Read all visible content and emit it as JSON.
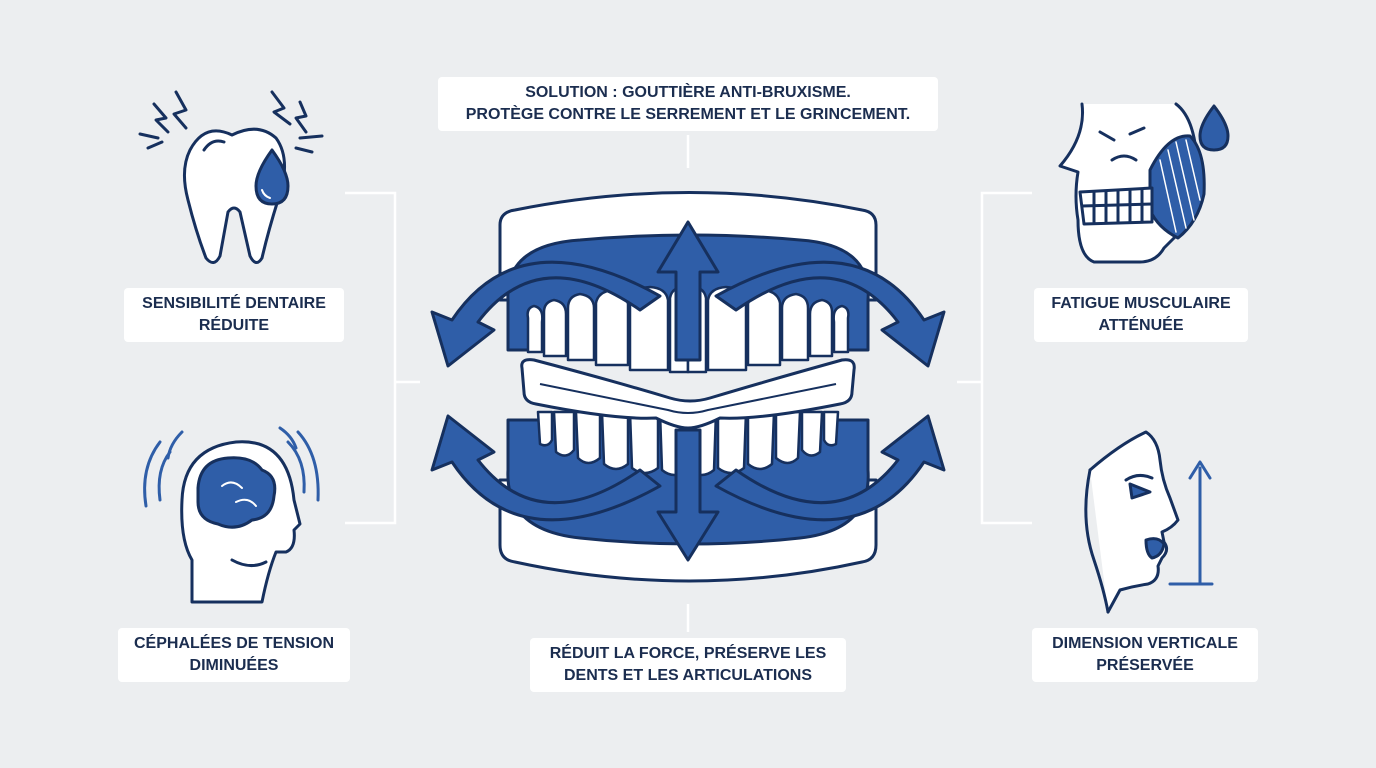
{
  "top_label": {
    "line1": "SOLUTION : GOUTTIÈRE ANTI-BRUXISME.",
    "line2": "PROTÈGE CONTRE LE SERREMENT ET LE GRINCEMENT."
  },
  "bottom_label": {
    "line1": "RÉDUIT LA FORCE, PRÉSERVE LES",
    "line2": "DENTS ET LES ARTICULATIONS"
  },
  "benefits": {
    "sensitivity": {
      "line1": "SENSIBILITÉ DENTAIRE",
      "line2": "RÉDUITE",
      "icon": "tooth-pain-icon"
    },
    "headache": {
      "line1": "CÉPHALÉES DE TENSION",
      "line2": "DIMINUÉES",
      "icon": "head-tension-icon"
    },
    "muscle": {
      "line1": "FATIGUE MUSCULAIRE",
      "line2": "ATTÉNUÉE",
      "icon": "jaw-muscle-icon"
    },
    "vertical": {
      "line1": "DIMENSION VERTICALE",
      "line2": "PRÉSERVÉE",
      "icon": "face-profile-icon"
    }
  },
  "colors": {
    "primary_blue": "#2f5ea8",
    "outline": "#16305e",
    "background": "#eceef0",
    "label_bg": "#ffffff"
  }
}
